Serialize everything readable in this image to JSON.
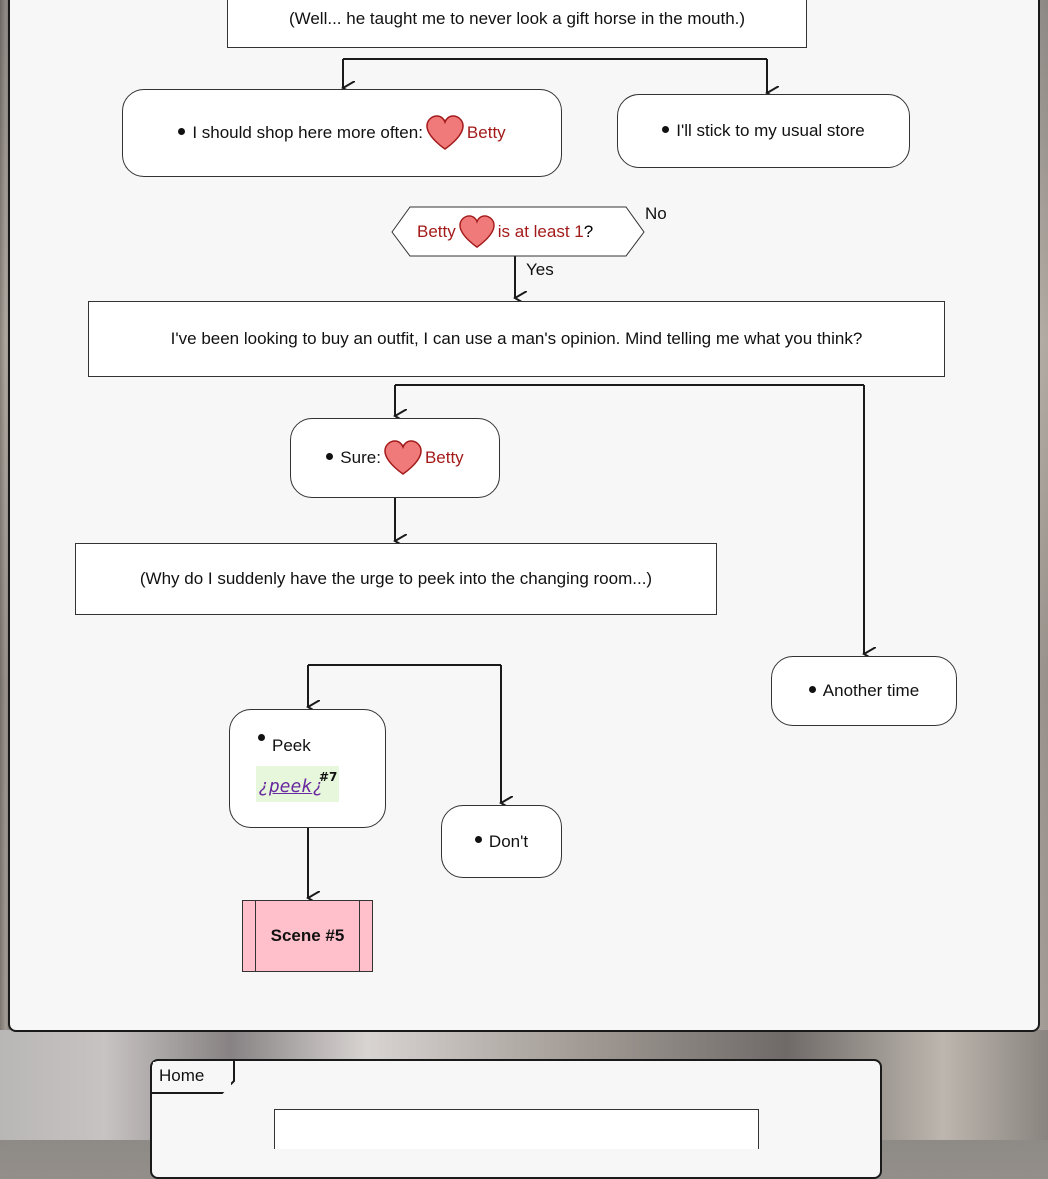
{
  "colors": {
    "accent_red": "#a31a1a",
    "heart": "#e05a5a",
    "scene_bg": "#ffc0cb",
    "link_bg": "#e6f7dc",
    "link": "#6a2aa0"
  },
  "nodes": {
    "top_note": "(Well... he taught me to never look a gift horse in the mouth.)",
    "shop_choice": "I should shop here more often:",
    "shop_choice_char": "Betty",
    "store_choice": "I'll stick to my usual store",
    "condition_char": "Betty",
    "condition_text": "is at least 1",
    "condition_q": "?",
    "no_label": "No",
    "yes_label": "Yes",
    "outfit_line": "I've been looking to buy an outfit, I can use a man's opinion. Mind telling me what you think?",
    "sure_choice": "Sure:",
    "sure_char": "Betty",
    "changing_note": "(Why do I suddenly have the urge to peek into the changing room...)",
    "another_time": "Another time",
    "peek_choice": "Peek",
    "peek_link_pre": "¿",
    "peek_link": "peek",
    "peek_link_post": "¿",
    "peek_sup": "#7",
    "dont_choice": "Don't",
    "scene": "Scene #5"
  },
  "home_tab": "Home"
}
